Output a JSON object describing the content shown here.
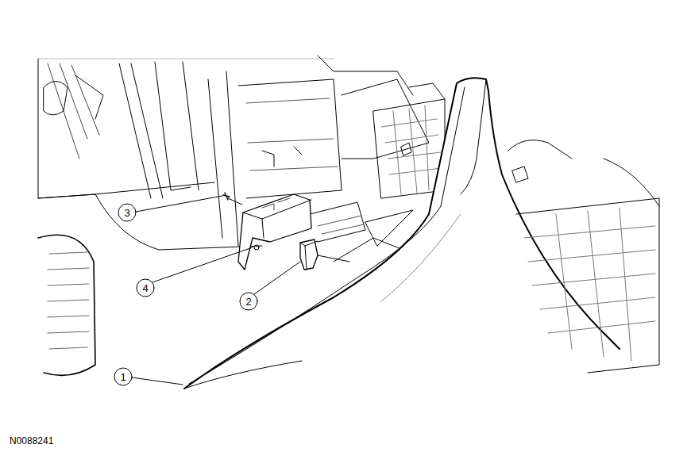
{
  "diagram": {
    "labels": [
      "3",
      "4",
      "2",
      "1",
      "N0088241"
    ]
  }
}
